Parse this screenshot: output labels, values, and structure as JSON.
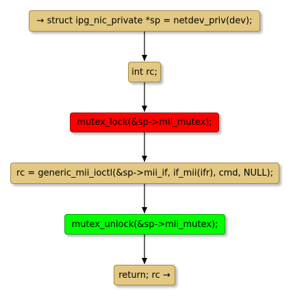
{
  "colors": {
    "default_fill": "#e2c882",
    "lock_fill": "#ff0000",
    "unlock_fill": "#00ff00",
    "arrow": "#000000"
  },
  "nodes": [
    {
      "id": "start",
      "label": "→ struct ipg_nic_private *sp = netdev_priv(dev);",
      "fill": "#e2c882"
    },
    {
      "id": "decl",
      "label": "int rc;",
      "fill": "#e2c882"
    },
    {
      "id": "lock",
      "label": "mutex_lock(&sp->mii_mutex);",
      "fill": "#ff0000"
    },
    {
      "id": "ioctl",
      "label": "rc = generic_mii_ioctl(&sp->mii_if, if_mii(ifr), cmd, NULL);",
      "fill": "#e2c882"
    },
    {
      "id": "unlock",
      "label": "mutex_unlock(&sp->mii_mutex);",
      "fill": "#00ff00"
    },
    {
      "id": "ret",
      "label": "return; rc →",
      "fill": "#e2c882"
    }
  ]
}
